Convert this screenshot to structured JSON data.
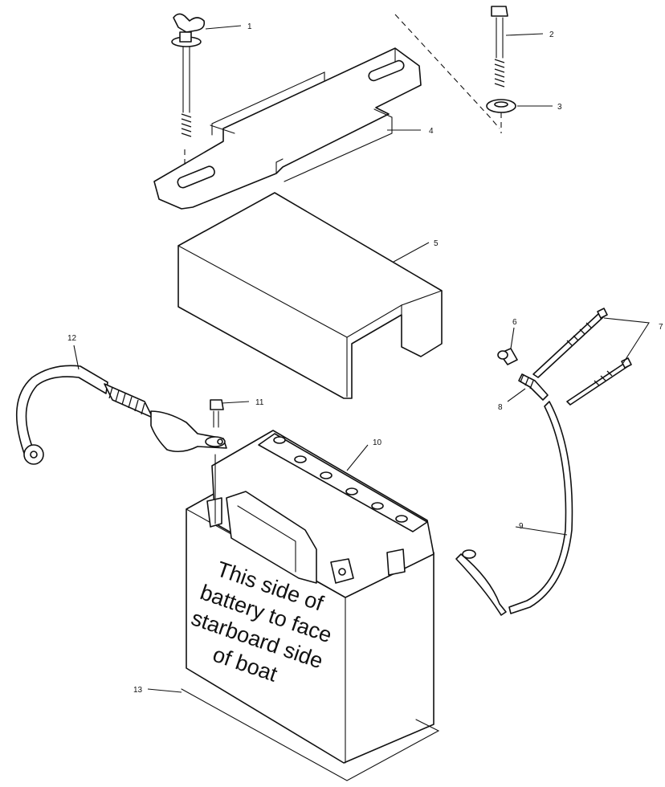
{
  "diagram": {
    "callouts": [
      {
        "id": "c1",
        "text": "1"
      },
      {
        "id": "c2",
        "text": "2"
      },
      {
        "id": "c3",
        "text": "3"
      },
      {
        "id": "c4",
        "text": "4"
      },
      {
        "id": "c5",
        "text": "5"
      },
      {
        "id": "c6",
        "text": "6"
      },
      {
        "id": "c7",
        "text": "7"
      },
      {
        "id": "c8",
        "text": "8"
      },
      {
        "id": "c9",
        "text": "9"
      },
      {
        "id": "c10",
        "text": "10"
      },
      {
        "id": "c11",
        "text": "11"
      },
      {
        "id": "c12",
        "text": "12"
      },
      {
        "id": "c13",
        "text": "13"
      }
    ],
    "battery_label": {
      "lines": [
        "This side of",
        "battery to face",
        "starboard side",
        "of boat"
      ]
    }
  }
}
